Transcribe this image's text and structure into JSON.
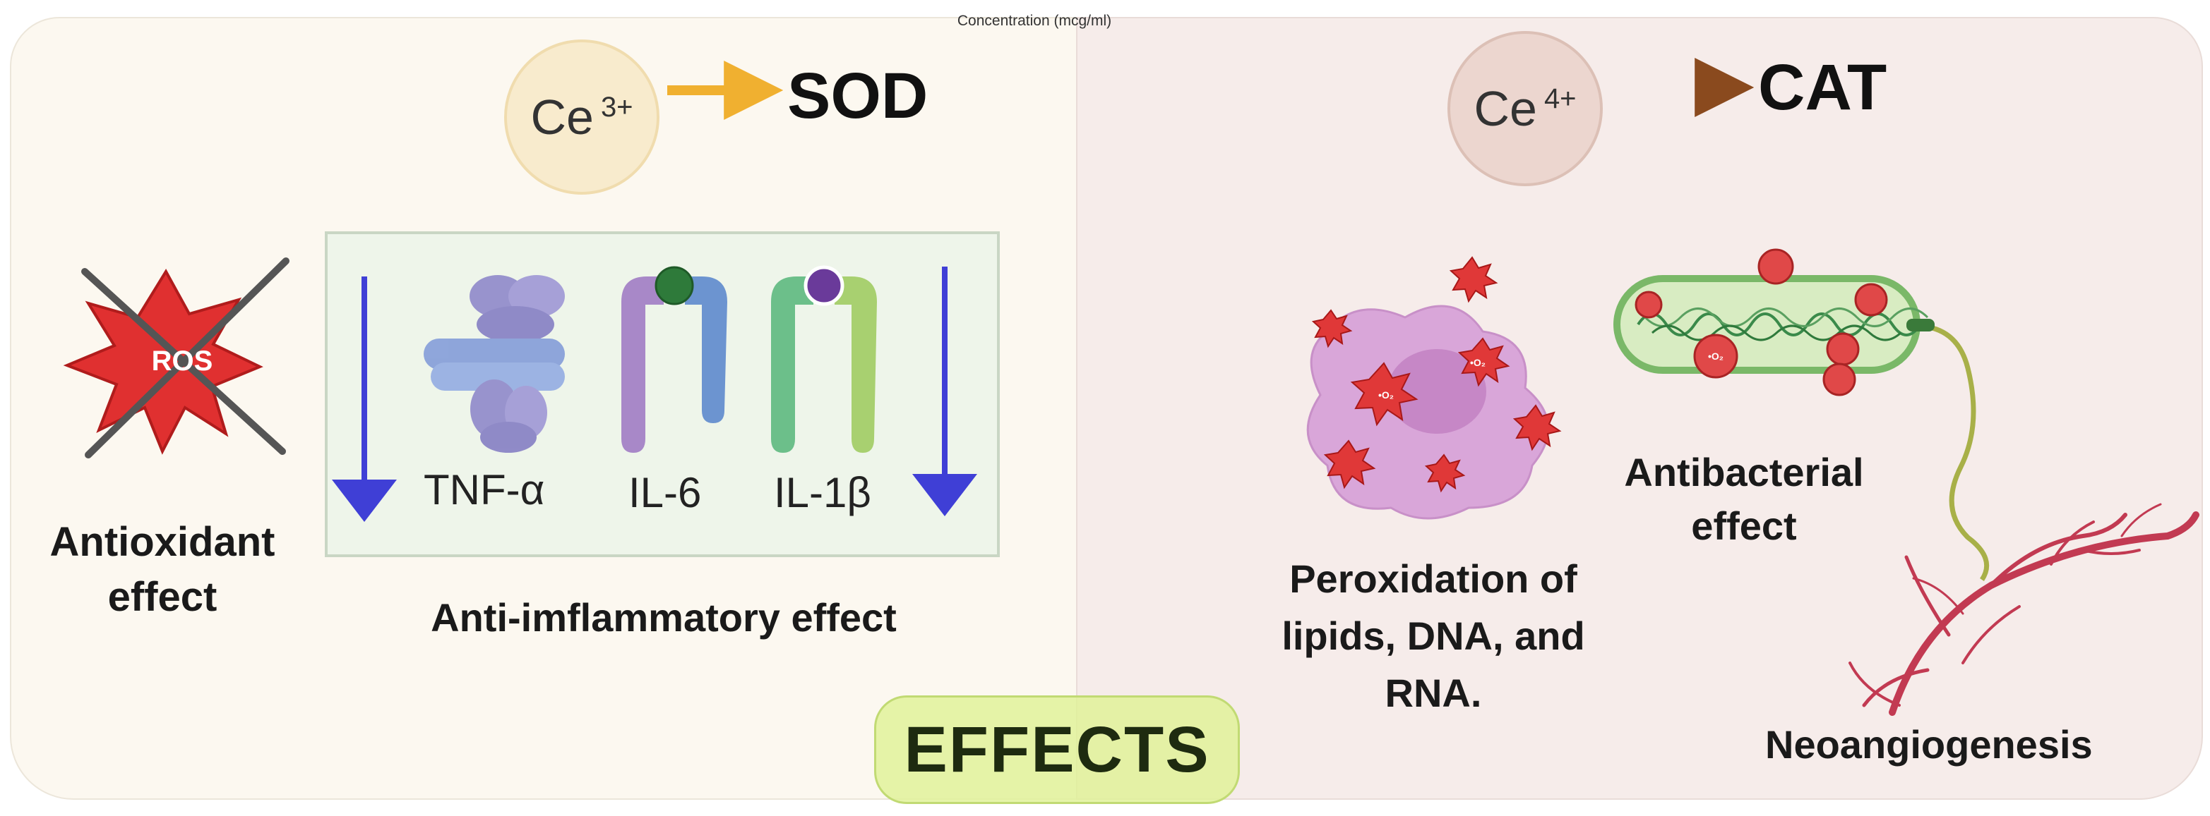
{
  "top_note": "Concentration (mcg/ml)",
  "left": {
    "ion": {
      "symbol": "Ce",
      "charge": "3+"
    },
    "enzyme": "SOD",
    "ros_text": "ROS",
    "antioxidant_label": [
      "Antioxidant",
      "effect"
    ],
    "cytokines": [
      "TNF-α",
      "IL-6",
      "IL-1β"
    ],
    "anti_inflammatory_label": "Anti-imflammatory effect"
  },
  "right": {
    "ion": {
      "symbol": "Ce",
      "charge": "4+"
    },
    "enzyme": "CAT",
    "radical_text": "•O₂",
    "peroxidation_label": [
      "Peroxidation of",
      "lipids, DNA, and",
      "RNA."
    ],
    "antibacterial_label": [
      "Antibacterial",
      "effect"
    ],
    "neoangiogenesis_label": "Neoangiogenesis"
  },
  "center_badge": "EFFECTS",
  "colors": {
    "left_panel_bg": "#fcf8f0",
    "right_panel_bg": "#f6ecea",
    "sod_arrow": "#f0b030",
    "cat_arrow": "#9a5a2a",
    "down_arrows": "#3f3fd6",
    "effects_badge": "#dff296"
  }
}
